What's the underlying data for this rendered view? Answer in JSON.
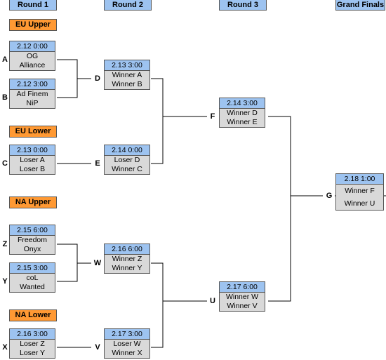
{
  "rounds": [
    "Round 1",
    "Round 2",
    "Round 3",
    "Grand Finals"
  ],
  "sections": {
    "eu_upper": "EU Upper",
    "eu_lower": "EU Lower",
    "na_upper": "NA Upper",
    "na_lower": "NA Lower"
  },
  "nodes": {
    "A": "A",
    "B": "B",
    "C": "C",
    "D": "D",
    "E": "E",
    "F": "F",
    "G": "G",
    "Z": "Z",
    "Y": "Y",
    "X": "X",
    "W": "W",
    "V": "V",
    "U": "U"
  },
  "matches": {
    "A": {
      "time": "2.12 0:00",
      "team1": "OG",
      "team2": "Alliance"
    },
    "B": {
      "time": "2.12 3:00",
      "team1": "Ad Finem",
      "team2": "NiP"
    },
    "C": {
      "time": "2.13 0:00",
      "team1": "Loser A",
      "team2": "Loser B"
    },
    "D": {
      "time": "2.13 3:00",
      "team1": "Winner A",
      "team2": "Winner B"
    },
    "E": {
      "time": "2.14 0:00",
      "team1": "Loser D",
      "team2": "Winner C"
    },
    "F": {
      "time": "2.14 3:00",
      "team1": "Winner D",
      "team2": "Winner E"
    },
    "G": {
      "time": "2.18 1:00",
      "team1": "Winner F",
      "team2": "Winner U"
    },
    "Z": {
      "time": "2.15 6:00",
      "team1": "Freedom",
      "team2": "Onyx"
    },
    "Y": {
      "time": "2.15 3:00",
      "team1": "coL",
      "team2": "Wanted"
    },
    "W": {
      "time": "2.16 6:00",
      "team1": "Winner Z",
      "team2": "Winner Y"
    },
    "X": {
      "time": "2.16 3:00",
      "team1": "Loser Z",
      "team2": "Loser Y"
    },
    "V": {
      "time": "2.17 3:00",
      "team1": "Loser W",
      "team2": "Winner X"
    },
    "U": {
      "time": "2.17 6:00",
      "team1": "Winner W",
      "team2": "Winner V"
    }
  }
}
